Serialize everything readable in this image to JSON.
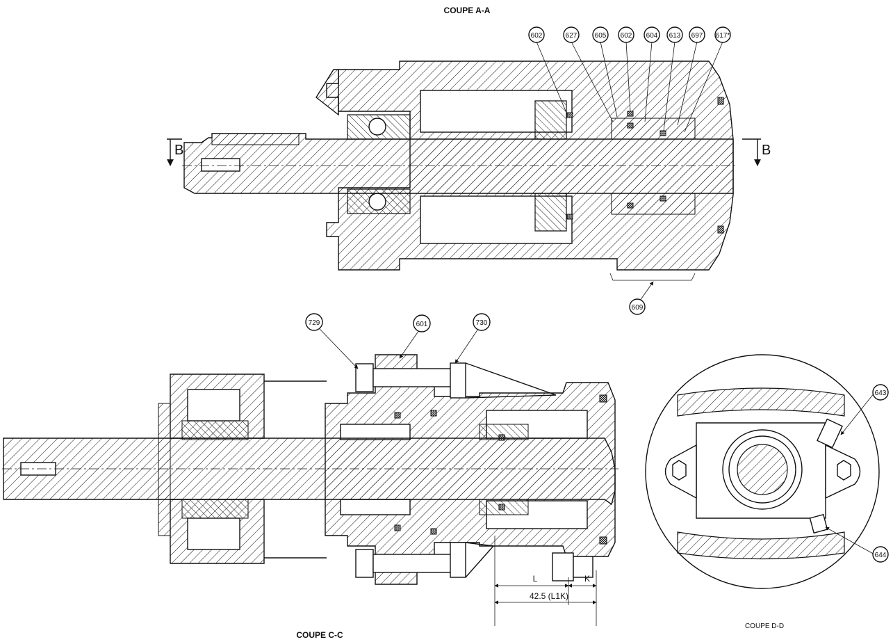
{
  "titles": {
    "section_a": "COUPE A-A",
    "section_c": "COUPE C-C",
    "section_d": "COUPE D-D"
  },
  "section_marks": {
    "left": "B",
    "right": "B"
  },
  "callouts_a": [
    "602",
    "627",
    "605",
    "602",
    "604",
    "613",
    "697",
    "617*"
  ],
  "callout_609": "609",
  "callouts_c": [
    "729",
    "601",
    "730"
  ],
  "callouts_d": [
    "643",
    "644"
  ],
  "dimensions": {
    "l": "L",
    "k": "K",
    "total": "42.5 (L1K)"
  }
}
